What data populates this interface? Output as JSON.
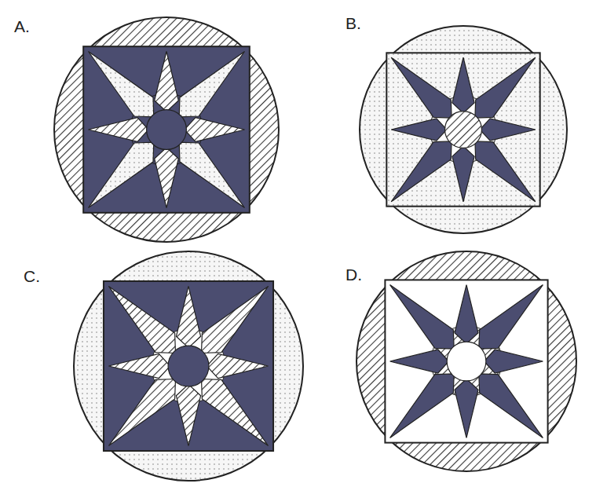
{
  "diagram": {
    "labels": [
      "A.",
      "B.",
      "C.",
      "D."
    ]
  }
}
